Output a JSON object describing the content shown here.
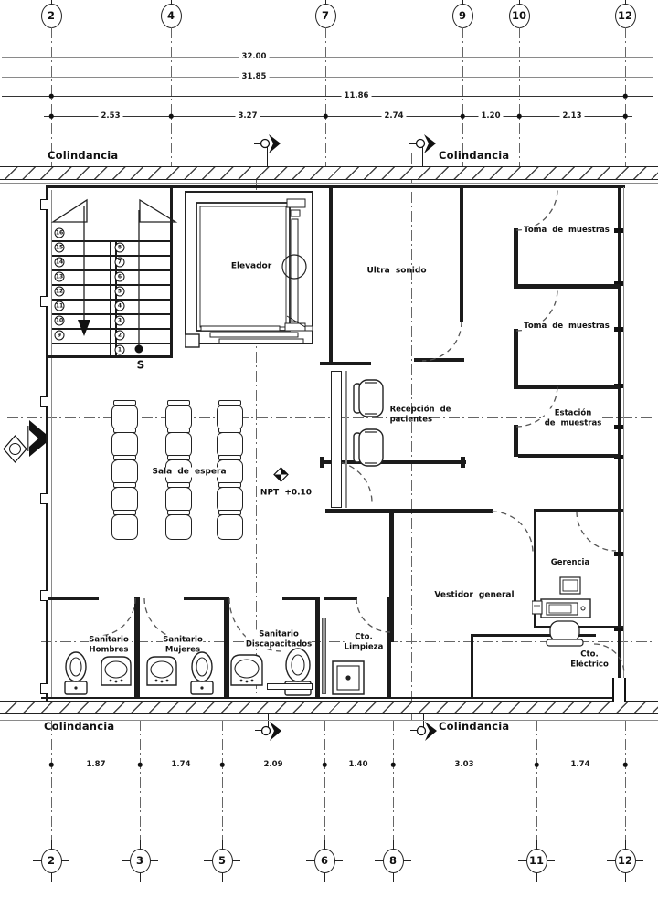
{
  "labels": {
    "colindancia": "Colindancia",
    "s": "S",
    "npt": "NPT +0.10"
  },
  "grid": {
    "top": [
      "2",
      "4",
      "7",
      "9",
      "10",
      "12"
    ],
    "bottom": [
      "2",
      "3",
      "5",
      "6",
      "8",
      "11",
      "12"
    ]
  },
  "dims": {
    "total": "32.00",
    "sub_total": "31.85",
    "span": "11.86",
    "top": [
      "2.53",
      "3.27",
      "2.74",
      "1.20",
      "2.13"
    ],
    "bottom": [
      "1.87",
      "1.74",
      "2.09",
      "1.40",
      "3.03",
      "1.74"
    ]
  },
  "rooms": {
    "elevator": "Elevador",
    "ultrasound": "Ultra sonido",
    "sampling1": "Toma de muestras",
    "sampling2": "Toma de muestras",
    "station1": "Estación",
    "station2": "de muestras",
    "reception1": "Recepción de",
    "reception2": "pacientes",
    "waiting": "Sala de espera",
    "dressing": "Vestidor general",
    "management": "Gerencia",
    "electrical1": "Cto.",
    "electrical2": "Eléctrico",
    "men1": "Sanitario",
    "men2": "Hombres",
    "women1": "Sanitario",
    "women2": "Mujeres",
    "accessible1": "Sanitario",
    "accessible2": "Discapacitados",
    "cleaning1": "Cto.",
    "cleaning2": "Limpieza"
  },
  "stairs": {
    "left": [
      "16",
      "15",
      "14",
      "13",
      "12",
      "11",
      "10",
      "9"
    ],
    "right": [
      "8",
      "7",
      "6",
      "5",
      "4",
      "3",
      "2",
      "1"
    ]
  }
}
